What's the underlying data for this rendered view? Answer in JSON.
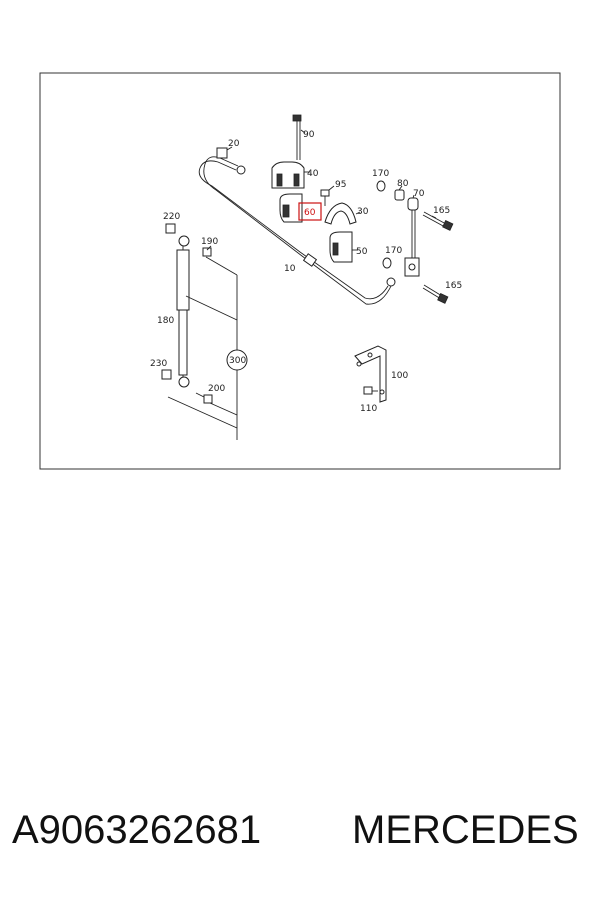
{
  "diagram": {
    "callouts": {
      "c10": "10",
      "c20": "20",
      "c30": "30",
      "c40": "40",
      "c50": "50",
      "c60": "60",
      "c70": "70",
      "c80": "80",
      "c90": "90",
      "c95": "95",
      "c100": "100",
      "c110": "110",
      "c165a": "165",
      "c165b": "165",
      "c170a": "170",
      "c170b": "170",
      "c180": "180",
      "c190": "190",
      "c200": "200",
      "c220": "220",
      "c230": "230",
      "c300": "300"
    },
    "highlight_color": "#cc1111"
  },
  "footer": {
    "part_number": "A9063262681",
    "brand": "MERCEDES"
  }
}
